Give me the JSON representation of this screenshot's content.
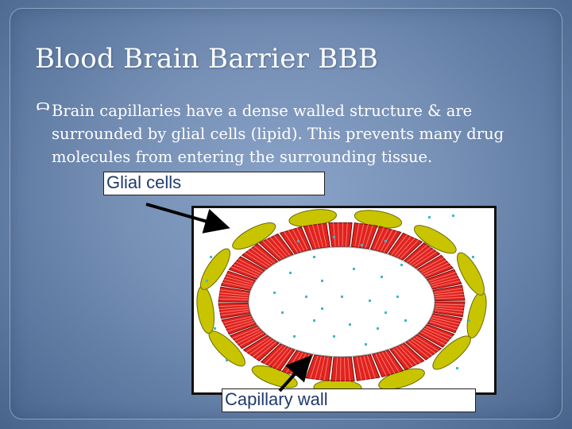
{
  "slide": {
    "title": "Blood Brain Barrier BBB",
    "bullet_text": "Brain capillaries have a dense walled structure & are\nsurrounded by glial cells (lipid).  This prevents many drug\nmolecules from entering the surrounding tissue."
  },
  "diagram": {
    "glial_label": "Glial cells",
    "capillary_label": "Capillary wall"
  },
  "colors": {
    "background": "#7790b6",
    "title_text": "#ffffff",
    "label_text": "#1f3a6e",
    "capillary_cell_fill": "#e0231f",
    "glial_fill": "#c8c400",
    "molecule_dots": "#3fb8c8"
  },
  "icons": {
    "bullet": "scroll-bullet-icon"
  }
}
